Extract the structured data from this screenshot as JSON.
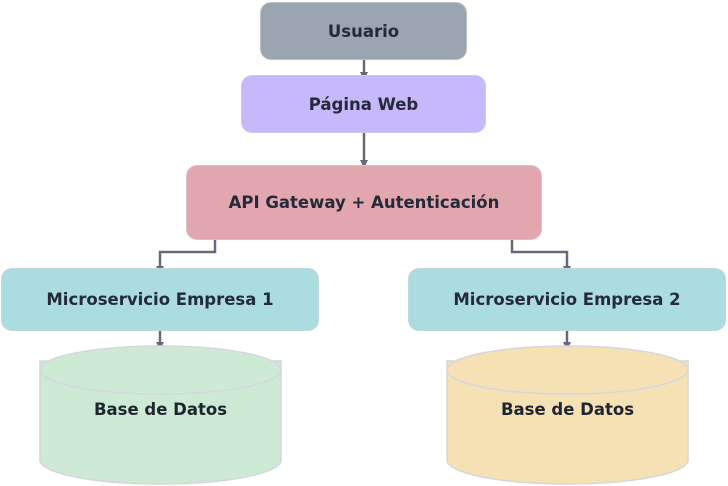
{
  "nodes": {
    "usuario": {
      "label": "Usuario",
      "color": "#9aa5b1"
    },
    "pagina_web": {
      "label": "Página Web",
      "color": "#c7b8fb"
    },
    "api_gateway": {
      "label": "API Gateway + Autenticación",
      "color": "#e2a6ae"
    },
    "microservicio_1": {
      "label": "Microservicio Empresa 1",
      "color": "#abdce0"
    },
    "microservicio_2": {
      "label": "Microservicio Empresa 2",
      "color": "#abdce0"
    },
    "db_1": {
      "label": "Base de Datos",
      "color": "#cdebd4"
    },
    "db_2": {
      "label": "Base de Datos",
      "color": "#f5e1b4"
    }
  },
  "edges": [
    {
      "from": "usuario",
      "to": "pagina_web"
    },
    {
      "from": "pagina_web",
      "to": "api_gateway"
    },
    {
      "from": "api_gateway",
      "to": "microservicio_1"
    },
    {
      "from": "api_gateway",
      "to": "microservicio_2"
    },
    {
      "from": "microservicio_1",
      "to": "db_1"
    },
    {
      "from": "microservicio_2",
      "to": "db_2"
    }
  ],
  "edge_color": "#666a78"
}
